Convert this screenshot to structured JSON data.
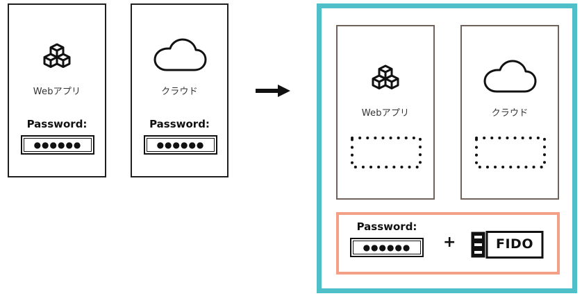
{
  "before": {
    "cards": [
      {
        "label": "Webアプリ",
        "password_label": "Password:",
        "password_mask": "●●●●●●"
      },
      {
        "label": "クラウド",
        "password_label": "Password:",
        "password_mask": "●●●●●●"
      }
    ]
  },
  "after": {
    "cards": [
      {
        "label": "Webアプリ"
      },
      {
        "label": "クラウド"
      }
    ],
    "auth": {
      "password_label": "Password:",
      "password_mask": "●●●●●●",
      "plus": "+",
      "fido_text": "FIDO"
    }
  },
  "colors": {
    "after_frame": "#4fc0c9",
    "auth_frame": "#f3a087",
    "arrow": "#111111"
  },
  "icons": [
    "cubes-icon",
    "cloud-icon",
    "arrow-right-icon",
    "fido-key-icon"
  ]
}
